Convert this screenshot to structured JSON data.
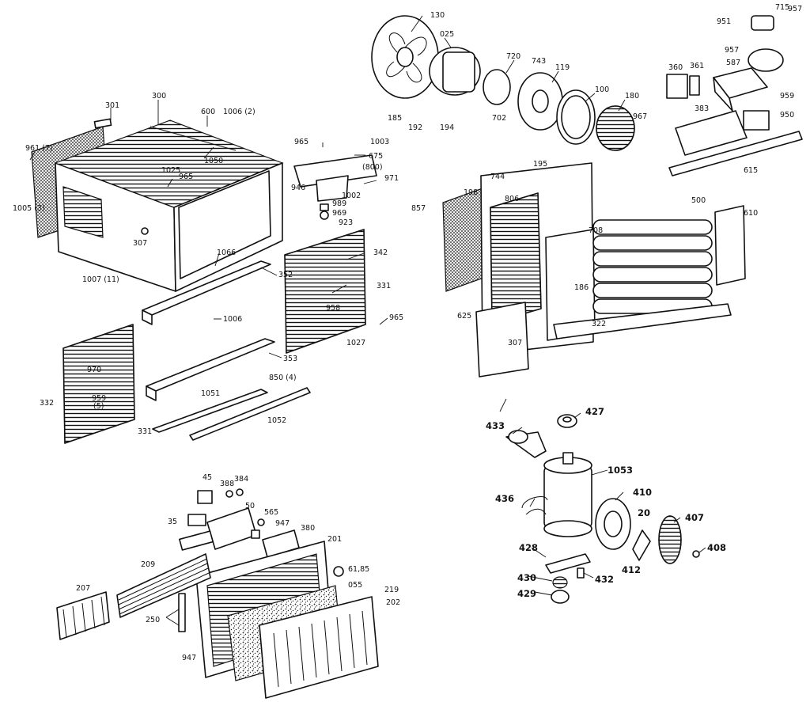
{
  "callouts": {
    "c301": "301",
    "c300": "300",
    "c600": "600",
    "c1006_2": "1006 (2)",
    "c961": "961 (7)",
    "c1005": "1005 (3)",
    "c1025": "1025",
    "c965a": "965",
    "c1050": "1050",
    "c307a": "307",
    "c1007": "1007 (11)",
    "c1066": "1066",
    "c352": "352",
    "c1006": "1006",
    "c965b": "965",
    "c1003": "1003",
    "c675": "675",
    "c800": "(800)",
    "c971": "971",
    "c946": "946",
    "c1002": "1002",
    "c989": "989",
    "c969": "969",
    "c923": "923",
    "c342": "342",
    "c331a": "331",
    "c958": "958",
    "c965c": "965",
    "c1027": "1027",
    "c353": "353",
    "c850": "850 (4)",
    "c970": "970",
    "c959": "959",
    "c959s": "(5)",
    "c332": "332",
    "c331b": "331",
    "c1051": "1051",
    "c1052": "1052",
    "c130": "130",
    "c025": "025",
    "c720": "720",
    "c743": "743",
    "c119": "119",
    "c100": "100",
    "c180": "180",
    "c185": "185",
    "c192": "192",
    "c194": "194",
    "c702": "702",
    "c967a": "967",
    "c951": "951",
    "c715": "715",
    "c957a": "957",
    "c957b": "957",
    "c587": "587",
    "c360": "360",
    "c361": "361",
    "c383": "383",
    "c959b": "959",
    "c950": "950",
    "c615": "615",
    "c744": "744",
    "c195": "195",
    "c198": "198",
    "c806": "806",
    "c857": "857",
    "c500": "500",
    "c610": "610",
    "c708": "708",
    "c186": "186",
    "c625": "625",
    "c307b": "307",
    "c322": "322",
    "c427": "427",
    "c433": "433",
    "c1053": "1053",
    "c436": "436",
    "c410": "410",
    "c20": "20",
    "c407": "407",
    "c428": "428",
    "c412": "412",
    "c408": "408",
    "c430": "430",
    "c432": "432",
    "c429": "429",
    "c45": "45",
    "c388": "388",
    "c384": "384",
    "c35": "35",
    "c50": "50",
    "c565": "565",
    "c947a": "947",
    "c380": "380",
    "c201": "201",
    "c6185": "61,85",
    "c209": "209",
    "c207": "207",
    "c055": "055",
    "c219": "219",
    "c202": "202",
    "c250": "250",
    "c947b": "947"
  },
  "colors": {
    "ink": "#111111",
    "paper": "#ffffff"
  }
}
